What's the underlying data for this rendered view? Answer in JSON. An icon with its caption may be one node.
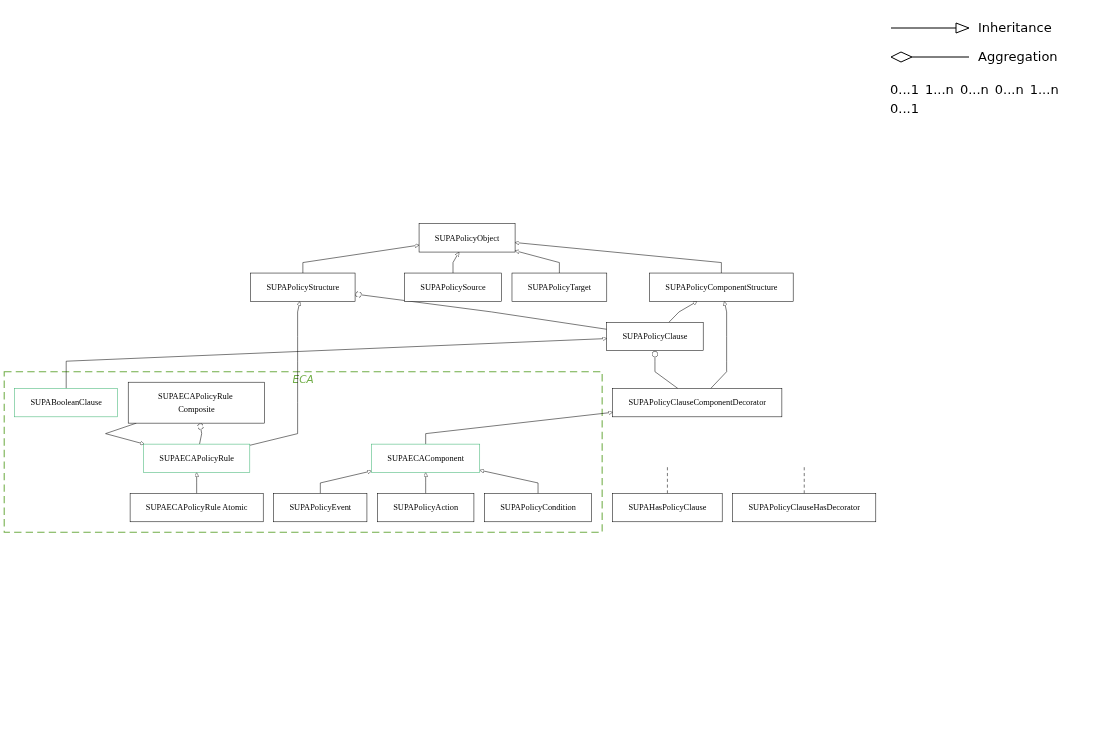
{
  "diagram": {
    "nodes": [
      {
        "text": [
          "SUPAPolicyObject"
        ]
      },
      {
        "text": [
          "SUPAPolicyComponentStructure"
        ]
      },
      {
        "text": [
          "SUPAPolicySource"
        ]
      },
      {
        "text": [
          "SUPAPolicyTarget"
        ]
      },
      {
        "text": [
          "SUPAPolicyStructure"
        ]
      },
      {
        "text": [
          "SUPAPolicyClause"
        ]
      },
      {
        "text": [
          "SUPAPolicyClauseComponentDecorator"
        ]
      },
      {
        "text": [
          "SUPAHasPolicyClause"
        ]
      },
      {
        "text": [
          "SUPAPolicyClauseHasDecorator"
        ]
      },
      {
        "text": [
          "ECA"
        ]
      },
      {
        "text": [
          "SUPAECAPolicyRule"
        ],
        "in": 9
      },
      {
        "text": [
          "SUPABooleanClause"
        ],
        "in": 9
      },
      {
        "text": [
          "SUPAECAComponent"
        ],
        "in": 9
      },
      {
        "text": [
          "SUPAECAPolicyRule Atomic"
        ],
        "in": 9
      },
      {
        "text": [
          "SUPAECAPolicyRule Composite"
        ],
        "in": 9
      },
      {
        "text": [
          "SUPAPolicyEvent"
        ],
        "in": 9
      },
      {
        "text": [
          "SUPAPolicyAction"
        ],
        "in": 9
      },
      {
        "text": [
          "SUPAPolicyCondition"
        ],
        "in": 9
      }
    ],
    "edges": [
      {
        "from": 4,
        "to": 0,
        "arrow": "to"
      },
      {
        "from": 2,
        "to": 0,
        "arrow": "to"
      },
      {
        "from": 3,
        "to": 0,
        "arrow": "to"
      },
      {
        "from": 1,
        "to": 0,
        "arrow": "to"
      },
      {
        "from": 5,
        "to": 1,
        "arrow": "to"
      },
      {
        "from": 6,
        "to": 1,
        "arrow": "to"
      },
      {
        "from": 4,
        "to": 5,
        "arrow": "other"
      },
      {
        "from": 5,
        "to": 6,
        "arrow": "other"
      },
      {
        "from": 7,
        "to": null,
        "arrow": "none",
        "style": "dashed"
      },
      {
        "from": 8,
        "to": null,
        "arrow": "none",
        "style": "dashed"
      },
      {
        "from": 10,
        "to": 4,
        "arrow": "to"
      },
      {
        "from": 11,
        "to": 5,
        "arrow": "to"
      },
      {
        "from": 12,
        "to": 6,
        "arrow": "to"
      },
      {
        "from": 13,
        "to": 10,
        "arrow": "to"
      },
      {
        "from": 14,
        "to": 10,
        "arrow": "to"
      },
      {
        "from": 14,
        "to": 10,
        "arrow": "other"
      },
      {
        "from": 15,
        "to": 12,
        "arrow": "to"
      },
      {
        "from": 16,
        "to": 12,
        "arrow": "to"
      },
      {
        "from": 17,
        "to": 12,
        "arrow": "to"
      }
    ],
    "labels": [
      "0...1",
      "1...n",
      "0...n",
      "0...n",
      "1...n",
      "0...1"
    ],
    "legend": [
      {
        "text": "Inheritance"
      },
      {
        "text": "Aggregation"
      }
    ]
  }
}
